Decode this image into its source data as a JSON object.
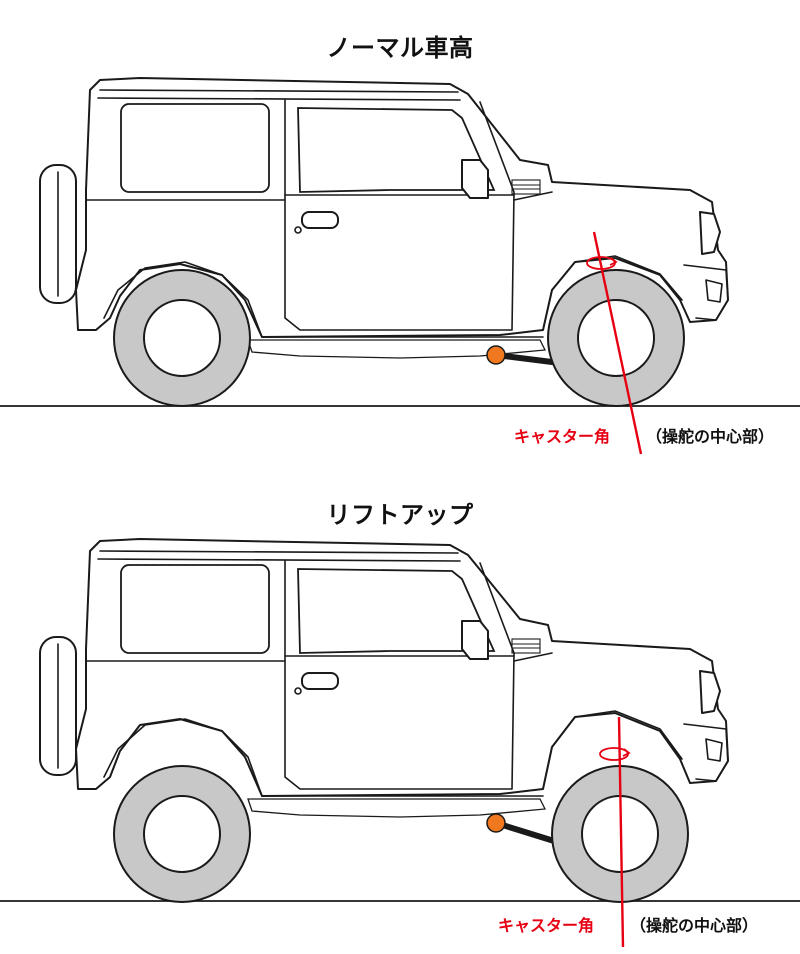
{
  "colors": {
    "accent": "#e60012",
    "joint": "#f0781e",
    "tire": "#c8c8c8",
    "line": "#1a1a1a"
  },
  "panels": {
    "normal": {
      "title": "ノーマル車高",
      "caster_label": "キャスター角",
      "steering_axis_label": "（操舵の中心部）",
      "caster_angle_deg": 11
    },
    "lift": {
      "title": "リフトアップ",
      "caster_label": "キャスター角",
      "steering_axis_label": "（操舵の中心部）",
      "caster_angle_deg": 1
    }
  },
  "icons": {
    "rotation": "rotation-arrow-icon",
    "joint": "ball-joint-icon"
  }
}
